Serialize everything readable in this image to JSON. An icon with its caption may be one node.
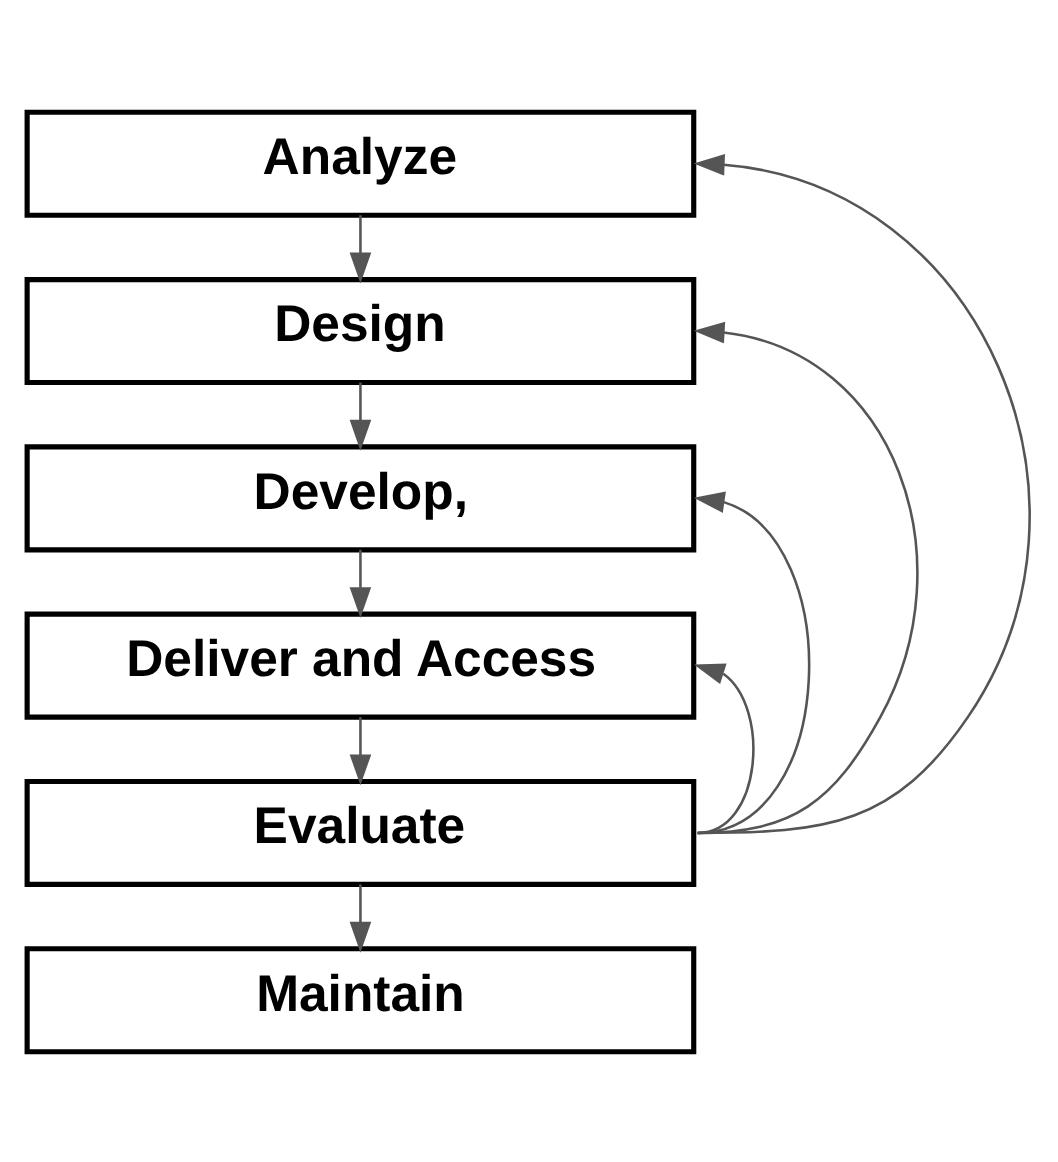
{
  "diagram": {
    "nodes": [
      {
        "text": [
          "Analyze"
        ]
      },
      {
        "text": [
          "Design"
        ]
      },
      {
        "text": [
          "Develop,"
        ]
      },
      {
        "text": [
          "Deliver and Access"
        ]
      },
      {
        "text": [
          "Evaluate"
        ]
      },
      {
        "text": [
          "Maintain"
        ]
      }
    ],
    "edges": [
      {
        "from": 0,
        "to": 1,
        "arrow": "to"
      },
      {
        "from": 1,
        "to": 2,
        "arrow": "to"
      },
      {
        "from": 2,
        "to": 3,
        "arrow": "to"
      },
      {
        "from": 3,
        "to": 4,
        "arrow": "to"
      },
      {
        "from": 4,
        "to": 5,
        "arrow": "to"
      },
      {
        "from": 4,
        "to": 0,
        "arrow": "to"
      },
      {
        "from": 4,
        "to": 1,
        "arrow": "to"
      },
      {
        "from": 4,
        "to": 2,
        "arrow": "to"
      },
      {
        "from": 4,
        "to": 3,
        "arrow": "to"
      }
    ]
  }
}
